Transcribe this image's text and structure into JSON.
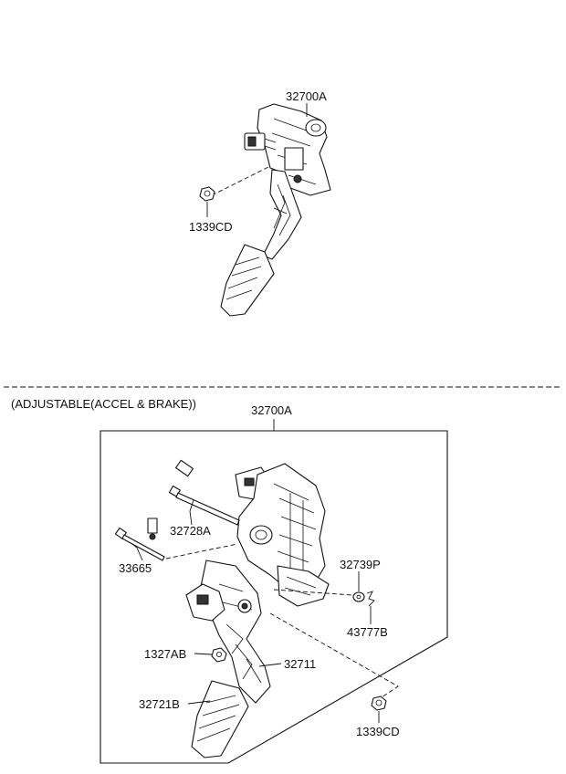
{
  "section_note": "(ADJUSTABLE(ACCEL & BRAKE))",
  "parts": {
    "top_assembly": "32700A",
    "top_nut": "1339CD",
    "bottom_assembly": "32700A",
    "bolt_long": "32728A",
    "bolt_short": "33665",
    "washer": "32739P",
    "clip": "43777B",
    "small_nut": "1327AB",
    "pedal_arm": "32711",
    "pedal_pad": "32721B",
    "bottom_nut": "1339CD"
  }
}
